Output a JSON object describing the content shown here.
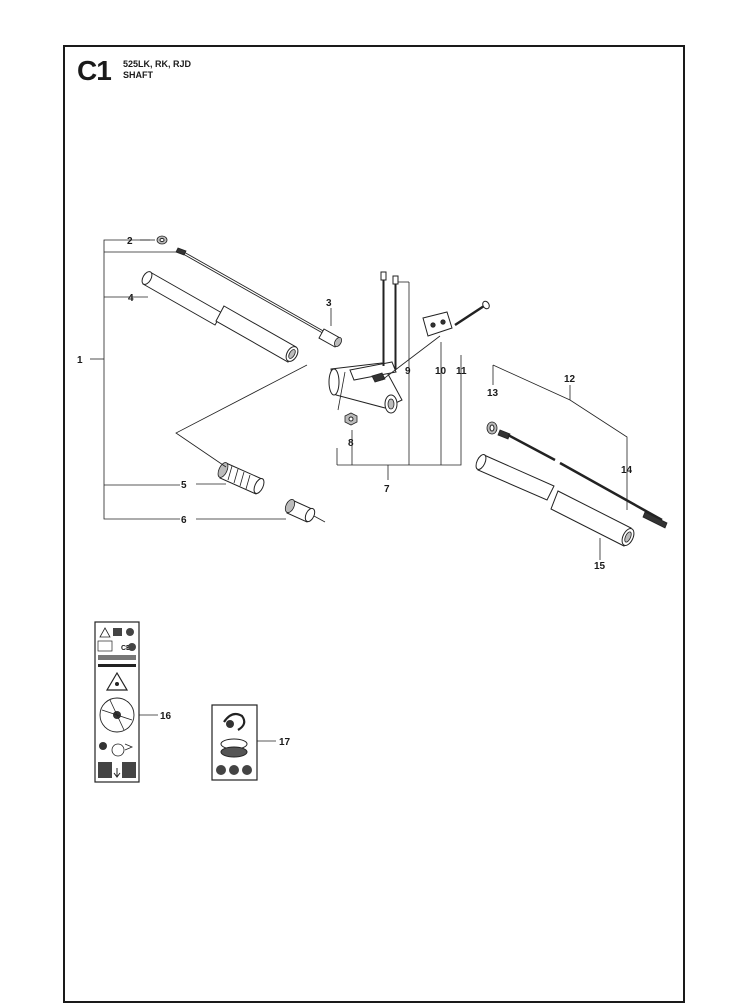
{
  "header": {
    "code": "C1",
    "models": "525LK, RK, RJD",
    "section": "SHAFT"
  },
  "callouts": {
    "c1": "1",
    "c2": "2",
    "c3": "3",
    "c4": "4",
    "c5": "5",
    "c6": "6",
    "c7": "7",
    "c8": "8",
    "c9": "9",
    "c10": "10",
    "c11": "11",
    "c12": "12",
    "c13": "13",
    "c14": "14",
    "c15": "15",
    "c16": "16",
    "c17": "17"
  },
  "decals": {
    "ce_mark": "CE"
  }
}
